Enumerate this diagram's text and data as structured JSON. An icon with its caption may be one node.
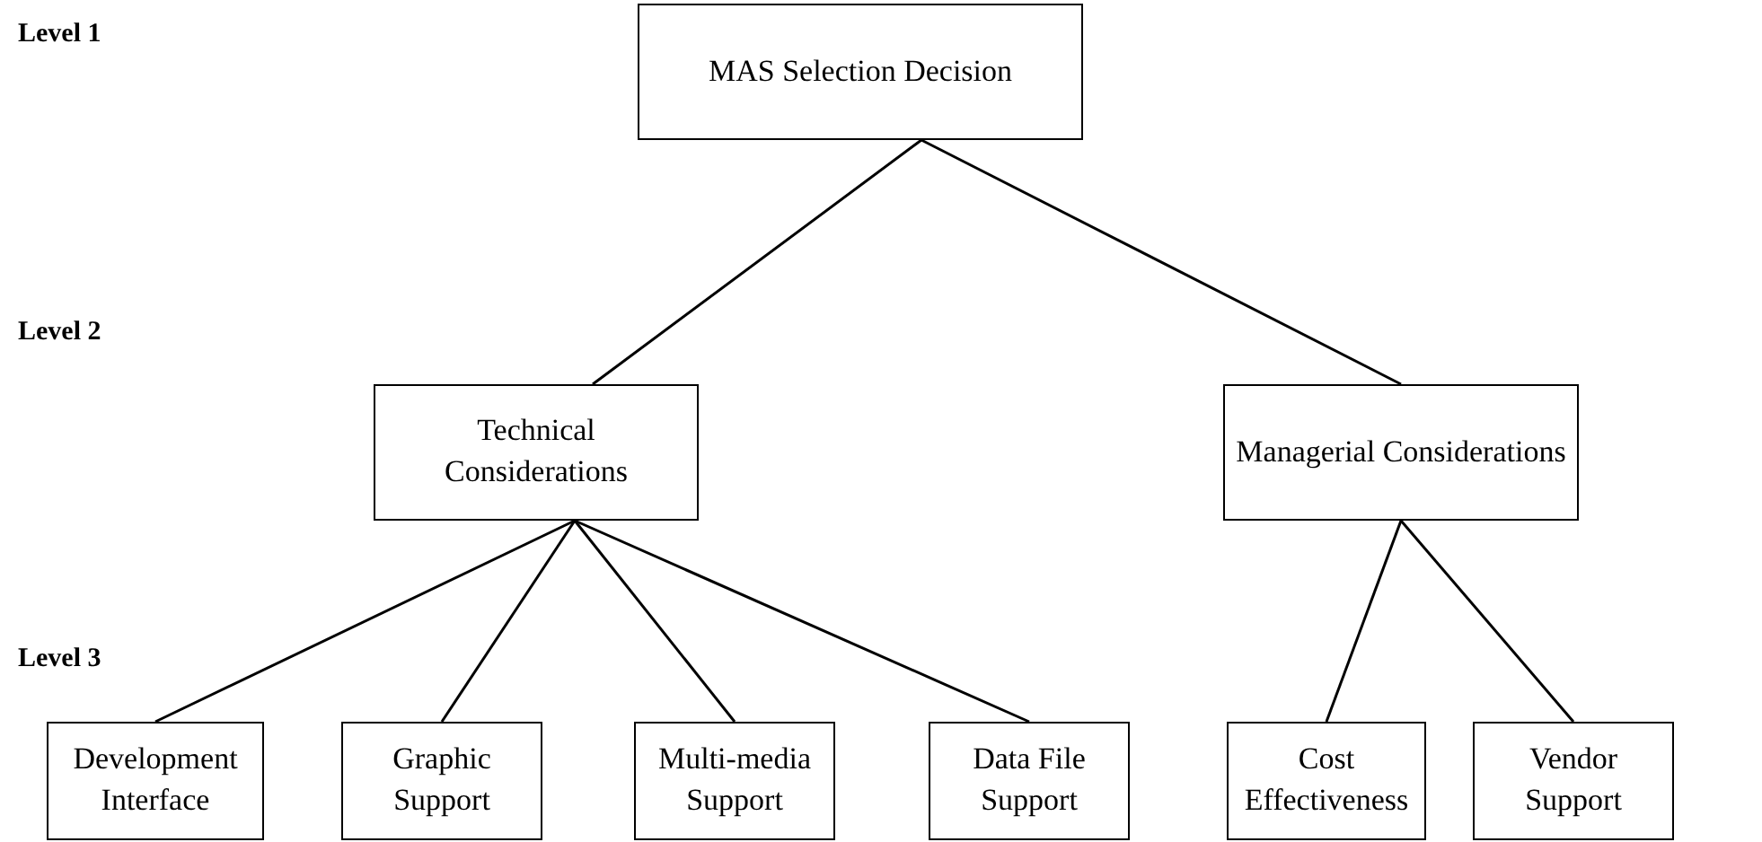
{
  "diagram": {
    "nodes": [
      {
        "text": [
          "MAS Selection Decision"
        ]
      },
      {
        "text": [
          "Technical Considerations"
        ]
      },
      {
        "text": [
          "Managerial Considerations"
        ]
      },
      {
        "text": [
          "Development Interface"
        ]
      },
      {
        "text": [
          "Graphic Support"
        ]
      },
      {
        "text": [
          "Multi-media Support"
        ]
      },
      {
        "text": [
          "Data File Support"
        ]
      },
      {
        "text": [
          "Cost Effectiveness"
        ]
      },
      {
        "text": [
          "Vendor Support"
        ]
      }
    ],
    "edges": [
      {
        "from": 0,
        "to": 1,
        "arrow": "none"
      },
      {
        "from": 0,
        "to": 2,
        "arrow": "none"
      },
      {
        "from": 1,
        "to": 3,
        "arrow": "none"
      },
      {
        "from": 1,
        "to": 4,
        "arrow": "none"
      },
      {
        "from": 1,
        "to": 5,
        "arrow": "none"
      },
      {
        "from": 1,
        "to": 6,
        "arrow": "none"
      },
      {
        "from": 2,
        "to": 7,
        "arrow": "none"
      },
      {
        "from": 2,
        "to": 8,
        "arrow": "none"
      }
    ],
    "labels": [
      "Level 1",
      "Level 2",
      "Level 3"
    ]
  }
}
